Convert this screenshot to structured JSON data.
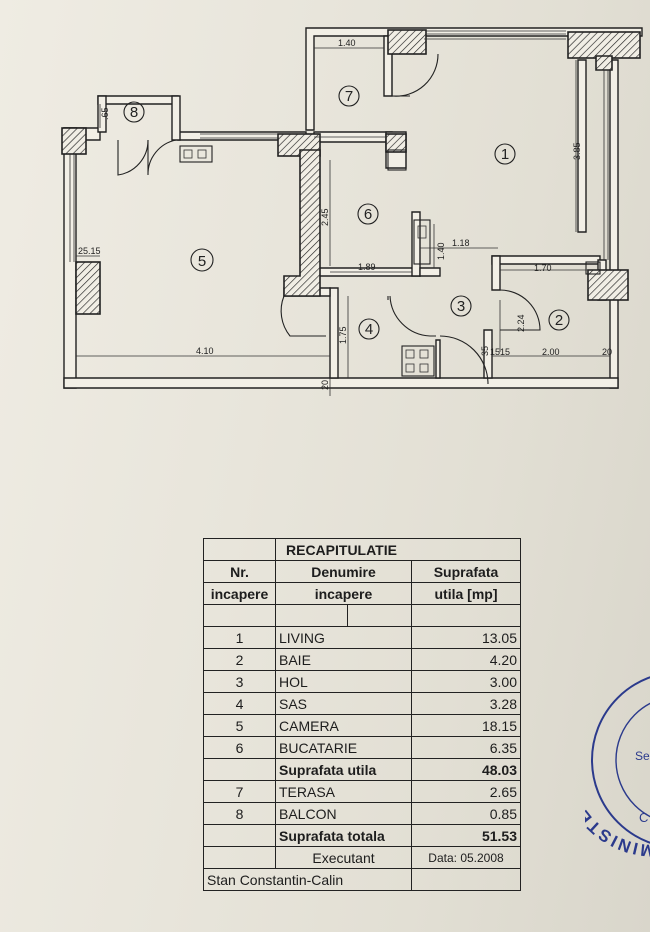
{
  "plan": {
    "rooms": [
      {
        "id": "1",
        "label": "1"
      },
      {
        "id": "2",
        "label": "2"
      },
      {
        "id": "3",
        "label": "3"
      },
      {
        "id": "4",
        "label": "4"
      },
      {
        "id": "5",
        "label": "5"
      },
      {
        "id": "6",
        "label": "6"
      },
      {
        "id": "7",
        "label": "7"
      },
      {
        "id": "8",
        "label": "8"
      }
    ],
    "dimensions": [
      "1.40",
      "3.85",
      ".65",
      "2.45",
      "1.18",
      "1.40",
      "1.89",
      "1.70",
      "25.15",
      "4.10",
      "1.75",
      "2.24",
      "2.00",
      "35",
      "15",
      "15",
      "20",
      "20"
    ]
  },
  "recap": {
    "title": "RECAPITULATIE",
    "col_nr": [
      "Nr.",
      "incapere"
    ],
    "col_name": [
      "Denumire",
      "incapere"
    ],
    "col_area": [
      "Suprafata",
      "utila [mp]"
    ],
    "rows": [
      {
        "nr": "1",
        "name": "LIVING",
        "area": "13.05"
      },
      {
        "nr": "2",
        "name": "BAIE",
        "area": "4.20"
      },
      {
        "nr": "3",
        "name": "HOL",
        "area": "3.00"
      },
      {
        "nr": "4",
        "name": "SAS",
        "area": "3.28"
      },
      {
        "nr": "5",
        "name": "CAMERA",
        "area": "18.15"
      },
      {
        "nr": "6",
        "name": "BUCATARIE",
        "area": "6.35"
      }
    ],
    "useful_label": "Suprafata utila",
    "useful_value": "48.03",
    "rows2": [
      {
        "nr": "7",
        "name": "TERASA",
        "area": "2.65"
      },
      {
        "nr": "8",
        "name": "BALCON",
        "area": "0.85"
      }
    ],
    "total_label": "Suprafata totala",
    "total_value": "51.53",
    "executant_label": "Executant",
    "date": "Data: 05.2008",
    "author": "Stan Constantin-Calin"
  },
  "stamp": {
    "text": "MINISTERUL AD",
    "inner1": "Se",
    "inner2": "C",
    "color": "#2b3a8c"
  }
}
